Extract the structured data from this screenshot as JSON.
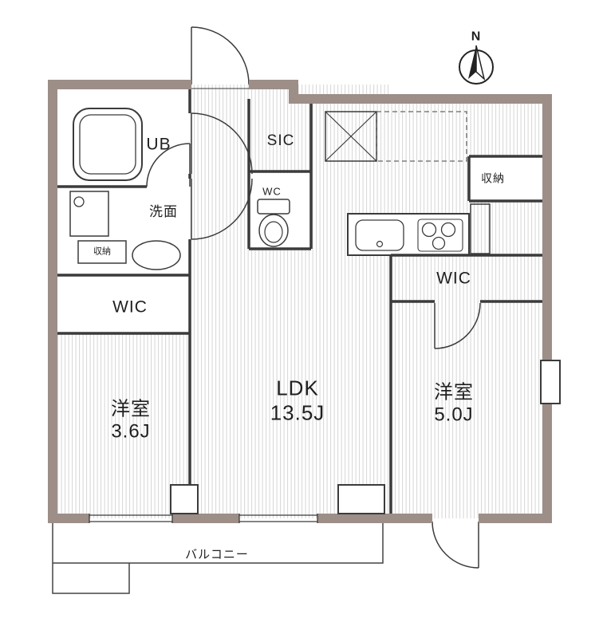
{
  "page": {
    "type": "floor-plan"
  },
  "compass": {
    "north_label": "N"
  },
  "rooms": {
    "ldk": {
      "name": "LDK",
      "size": "13.5J"
    },
    "bedroom_left": {
      "name": "洋室",
      "size": "3.6J"
    },
    "bedroom_right": {
      "name": "洋室",
      "size": "5.0J"
    }
  },
  "labels": {
    "ub": "UB",
    "washroom": "洗面",
    "storage_small": "収納",
    "storage_right": "収納",
    "wic_left": "WIC",
    "wic_right": "WIC",
    "sic": "SIC",
    "wc": "WC",
    "balcony": "バルコニー"
  },
  "colors": {
    "wall": "#9d8e88",
    "hatch_line": "#d6d6d6",
    "outline": "#3b3b3b"
  }
}
